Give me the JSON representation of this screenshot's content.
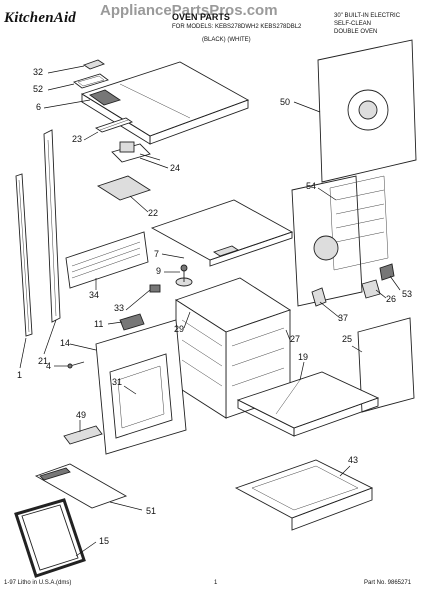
{
  "header": {
    "brand": "KitchenAid",
    "watermark": "AppliancePartsPros.com",
    "title": "OVEN PARTS",
    "models": "FOR MODELS: KEBS278DWH2 KEBS278DBL2",
    "colors": "(BLACK)          (WHITE)",
    "description": [
      "30\" BUILT-IN ELECTRIC",
      "SELF-CLEAN",
      "DOUBLE OVEN"
    ]
  },
  "footer": {
    "litho": "1-97 Litho in U.S.A.(dms)",
    "page": "1",
    "part_no": "Part No. 9865271"
  },
  "labels": {
    "p32": "32",
    "p52": "52",
    "p6": "6",
    "p23": "23",
    "p24": "24",
    "p22": "22",
    "p7": "7",
    "p9": "9",
    "p34": "34",
    "p33": "33",
    "p11": "11",
    "p29": "29",
    "p14": "14",
    "p4": "4",
    "p21": "21",
    "p1": "1",
    "p31": "31",
    "p49": "49",
    "p51": "51",
    "p15": "15",
    "p50": "50",
    "p54": "54",
    "p26": "26",
    "p53": "53",
    "p37": "37",
    "p27": "27",
    "p25": "25",
    "p19": "19",
    "p43": "43"
  }
}
